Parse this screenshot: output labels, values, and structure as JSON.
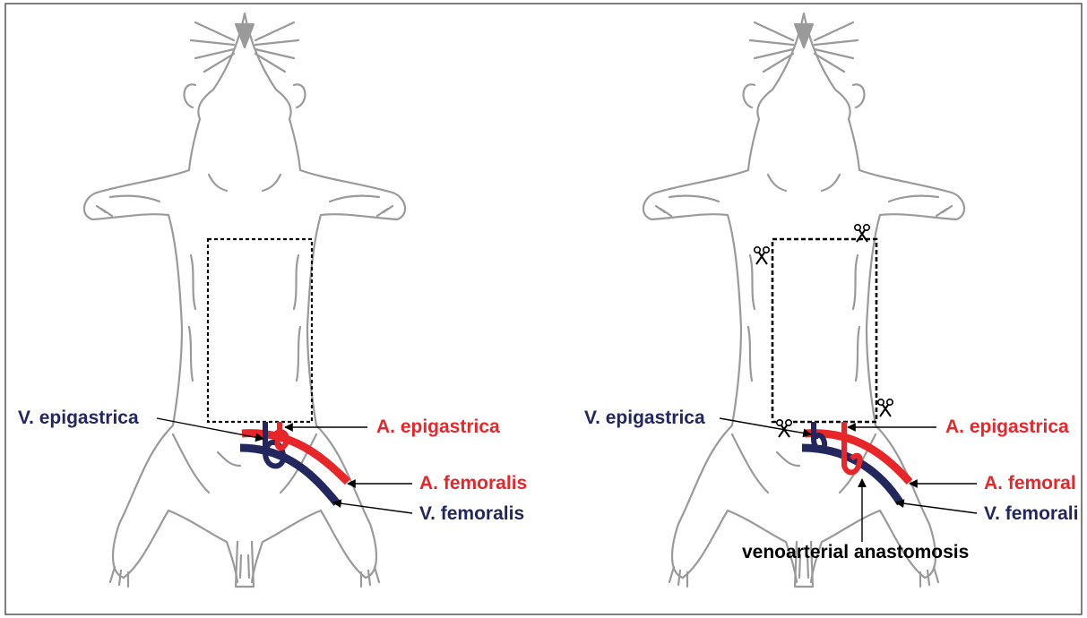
{
  "panels": [
    {
      "id": "left",
      "labels": {
        "v_epigastrica": "V. epigastrica",
        "a_epigastrica": "A. epigastrica",
        "a_femoralis": "A. femoralis",
        "v_femoralis": "V. femoralis"
      }
    },
    {
      "id": "right",
      "labels": {
        "v_epigastrica": "V. epigastrica",
        "a_epigastrica": "A. epigastrica",
        "a_femoralis": "A. femoral",
        "v_femoralis": "V. femorali",
        "anastomosis": "venoarterial anastomosis"
      }
    }
  ],
  "colors": {
    "artery": "#e8262a",
    "vein": "#23275e",
    "outline": "#9a9a9a",
    "text_dark": "#000000"
  },
  "icons": [
    "scissors-icon"
  ]
}
